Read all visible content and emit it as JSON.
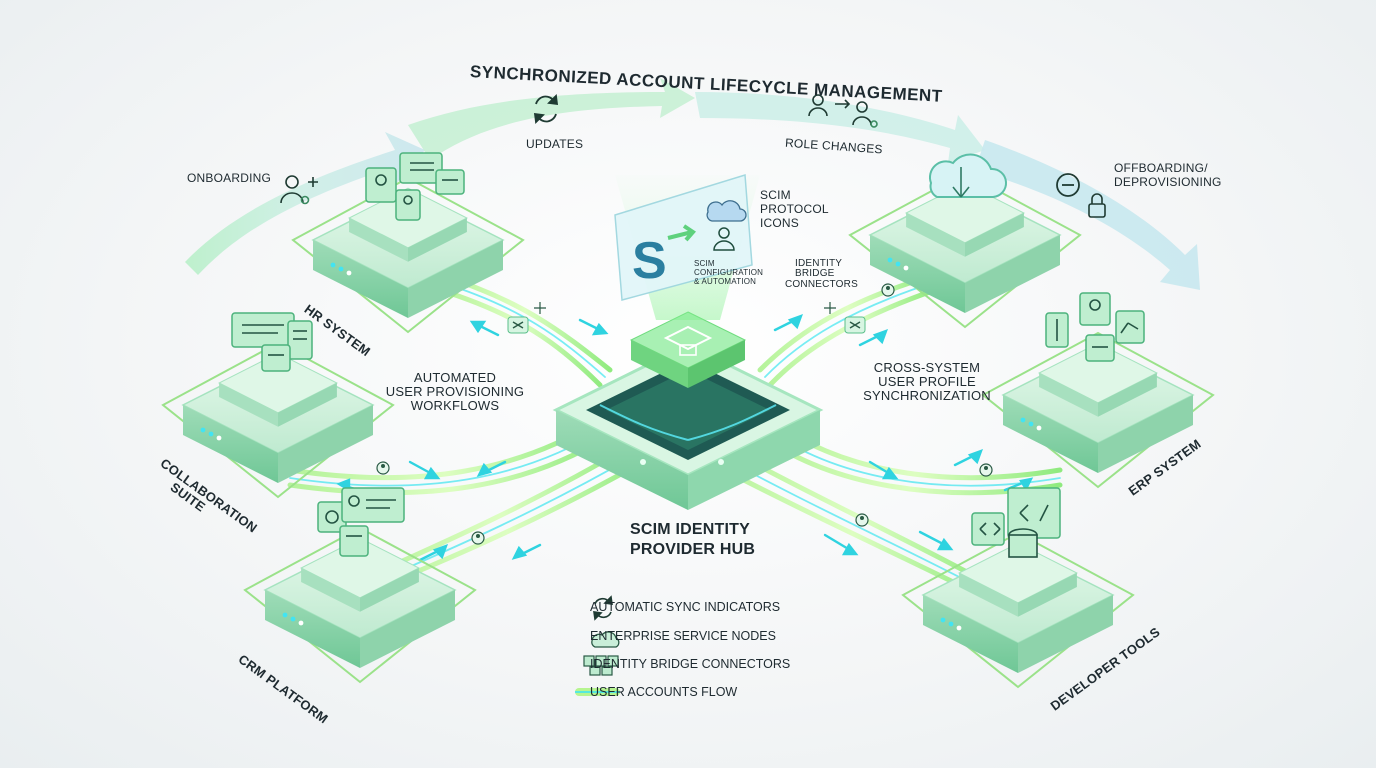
{
  "title": "SYNCHRONIZED ACCOUNT LIFECYCLE MANAGEMENT",
  "lifecycle": {
    "onboarding": "ONBOARDING",
    "updates": "UPDATES",
    "role_changes": "ROLE CHANGES",
    "offboarding_line1": "OFFBOARDING/",
    "offboarding_line2": "DEPROVISIONING"
  },
  "scim_panel": {
    "logo_letter": "S",
    "caption_line1": "SCIM",
    "caption_line2": "CONFIGURATION",
    "caption_line3": "& AUTOMATION",
    "protocol_line1": "SCIM",
    "protocol_line2": "PROTOCOL",
    "protocol_line3": "ICONS",
    "bridge_line1": "IDENTITY",
    "bridge_line2": "BRIDGE",
    "bridge_line3": "CONNECTORS"
  },
  "annotations": {
    "workflows_line1": "AUTOMATED",
    "workflows_line2": "USER PROVISIONING",
    "workflows_line3": "WORKFLOWS",
    "sync_line1": "CROSS-SYSTEM",
    "sync_line2": "USER PROFILE",
    "sync_line3": "SYNCHRONIZATION"
  },
  "hub": {
    "line1": "SCIM IDENTITY",
    "line2": "PROVIDER HUB"
  },
  "nodes": {
    "hr": "HR SYSTEM",
    "collab_line1": "COLLABORATION",
    "collab_line2": "SUITE",
    "crm": "CRM PLATFORM",
    "cloud": "",
    "erp": "ERP SYSTEM",
    "dev": "DEVELOPER TOOLS"
  },
  "legend": [
    {
      "icon": "sync-icon",
      "label": "AUTOMATIC SYNC INDICATORS"
    },
    {
      "icon": "cloud-icon",
      "label": "ENTERPRISE SERVICE NODES"
    },
    {
      "icon": "puzzle-icon",
      "label": "IDENTITY BRIDGE CONNECTORS"
    },
    {
      "icon": "flow-line-icon",
      "label": "USER ACCOUNTS FLOW"
    }
  ],
  "colors": {
    "node_face": "#c8efd6",
    "node_side": "#7fd2a6",
    "flow": "#7ee86a",
    "arrow": "#2fd3e0",
    "lifecycle_arrow": "#bfe9dc",
    "text": "#1e2a30"
  }
}
